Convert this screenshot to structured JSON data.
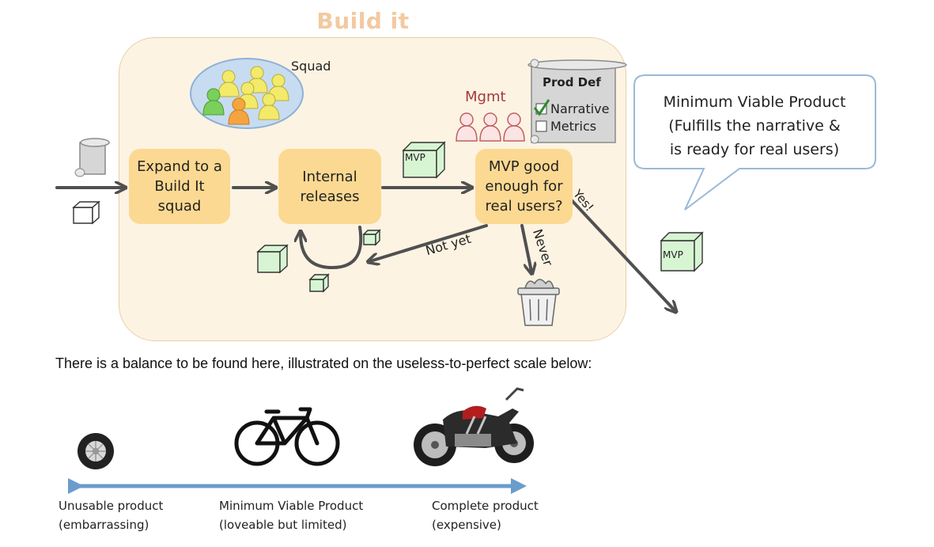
{
  "title": "Build it",
  "squad_label": "Squad",
  "mgmt_label": "Mgmt",
  "prod_def": {
    "title": "Prod Def",
    "items": [
      {
        "label": "Narrative",
        "checked": true
      },
      {
        "label": "Metrics",
        "checked": false
      }
    ]
  },
  "nodes": {
    "expand": "Expand to a\nBuild It\nsquad",
    "internal": "Internal\nreleases",
    "decision": "MVP good\nenough for\nreal users?"
  },
  "edges": {
    "yes": "Yes!",
    "not_yet": "Not yet",
    "never": "Never"
  },
  "mvp_box_label": "MVP",
  "callout": "Minimum Viable Product\n(Fulfills the narrative &\nis ready for real users)",
  "caption": "There is a balance to be found here, illustrated on the useless-to-perfect scale below:",
  "scale": [
    {
      "label": "Unusable product\n(embarrassing)",
      "icon": "tire-icon"
    },
    {
      "label": "Minimum Viable Product\n(loveable but limited)",
      "icon": "bicycle-icon"
    },
    {
      "label": "Complete product\n(expensive)",
      "icon": "motorcycle-icon"
    }
  ],
  "colors": {
    "title": "#f3c9a0",
    "frame_bg": "#fdf3e3",
    "node_bg": "#fcd992",
    "arrow": "#505050",
    "mgmt": "#a33a3a",
    "scale_arrow": "#6a9ccc",
    "cube_green": "#d7f5d3"
  }
}
